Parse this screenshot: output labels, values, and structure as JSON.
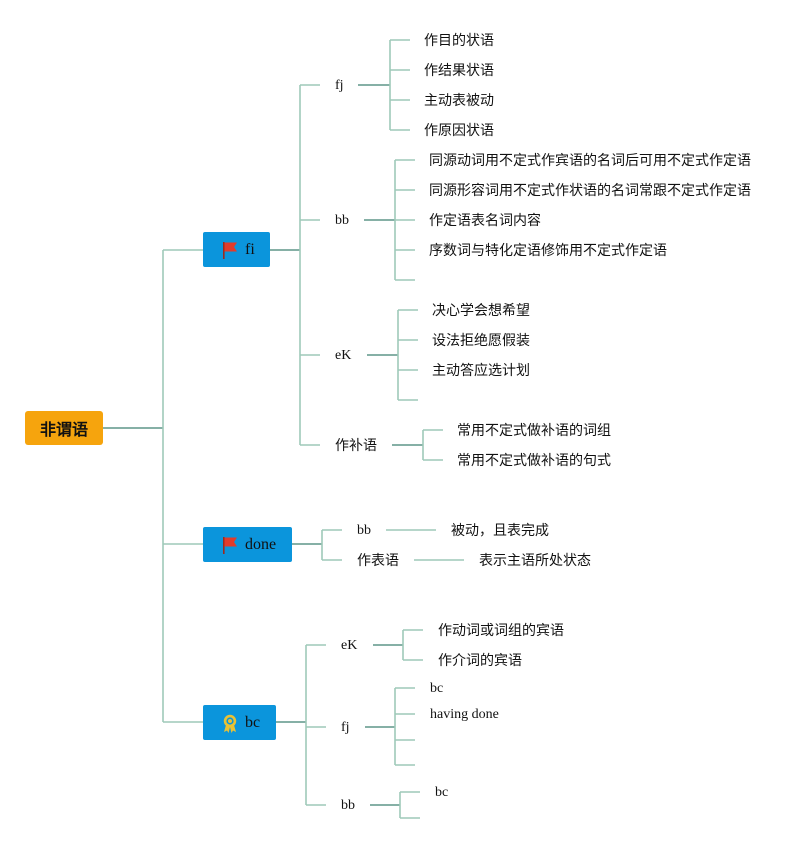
{
  "root": "非谓语",
  "branches": {
    "fi": {
      "label": "fi",
      "icon": "red-flag-icon",
      "fj": {
        "label": "fj",
        "items": [
          "作目的状语",
          "作结果状语",
          "主动表被动",
          "作原因状语"
        ]
      },
      "bb": {
        "label": "bb",
        "items": [
          "同源动词用不定式作宾语的名词后可用不定式作定语",
          "同源形容词用不定式作状语的名词常跟不定式作定语",
          "作定语表名词内容",
          "序数词与特化定语修饰用不定式作定语",
          ""
        ]
      },
      "eK": {
        "label": "eK",
        "items": [
          "决心学会想希望",
          "设法拒绝愿假装",
          "主动答应选计划",
          ""
        ]
      },
      "zbu": {
        "label": "作补语",
        "items": [
          "常用不定式做补语的词组",
          "常用不定式做补语的句式"
        ]
      }
    },
    "done": {
      "label": "done",
      "icon": "red-flag-icon",
      "bb": {
        "label": "bb",
        "items": [
          "被动，且表完成"
        ]
      },
      "zby": {
        "label": "作表语",
        "items": [
          "表示主语所处状态"
        ]
      }
    },
    "bc": {
      "label": "bc",
      "icon": "award-ribbon-icon",
      "eK": {
        "label": "eK",
        "items": [
          "作动词或词组的宾语",
          "作介词的宾语"
        ]
      },
      "fj": {
        "label": "fj",
        "items": [
          "bc",
          "having done",
          "",
          ""
        ]
      },
      "bb": {
        "label": "bb",
        "items": [
          "bc",
          ""
        ]
      }
    }
  },
  "colors": {
    "root": "#f6a40d",
    "branch": "#0b95dc",
    "line_main": "#5f9688",
    "line_light": "#9ec9b9",
    "flag": "#e23b2b"
  }
}
